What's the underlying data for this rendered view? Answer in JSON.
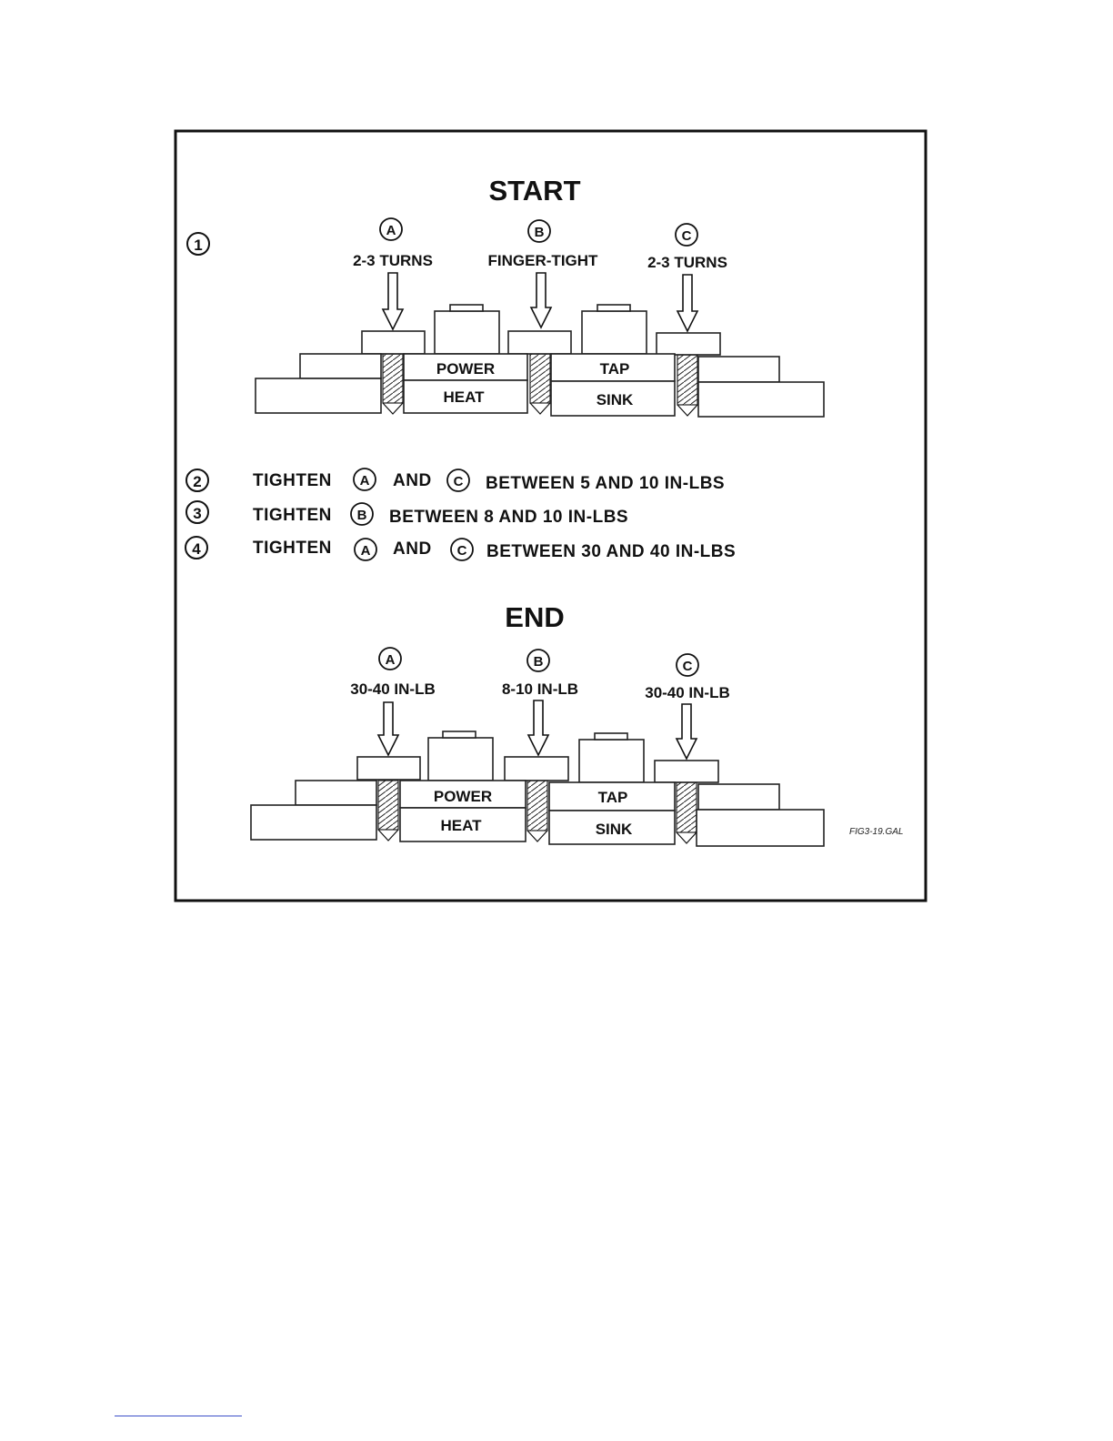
{
  "figure_id": "FIG3-19.GAL",
  "start": {
    "title": "START",
    "step_number": "1",
    "screws": [
      {
        "letter": "A",
        "label": "2-3 TURNS"
      },
      {
        "letter": "B",
        "label": "FINGER-TIGHT"
      },
      {
        "letter": "C",
        "label": "2-3 TURNS"
      }
    ]
  },
  "blocks": {
    "power": "POWER",
    "heat": "HEAT",
    "tap": "TAP",
    "sink": "SINK"
  },
  "steps": [
    {
      "number": "2",
      "parts": [
        {
          "type": "text",
          "value": "TIGHTEN"
        },
        {
          "type": "circle",
          "value": "A"
        },
        {
          "type": "text",
          "value": "AND"
        },
        {
          "type": "circle",
          "value": "C"
        },
        {
          "type": "text",
          "value": "BETWEEN 5 AND 10 IN-LBS"
        }
      ]
    },
    {
      "number": "3",
      "parts": [
        {
          "type": "text",
          "value": "TIGHTEN"
        },
        {
          "type": "circle",
          "value": "B"
        },
        {
          "type": "text",
          "value": "BETWEEN 8 AND 10 IN-LBS"
        }
      ]
    },
    {
      "number": "4",
      "parts": [
        {
          "type": "text",
          "value": "TIGHTEN"
        },
        {
          "type": "circle",
          "value": "A"
        },
        {
          "type": "text",
          "value": "AND"
        },
        {
          "type": "circle",
          "value": "C"
        },
        {
          "type": "text",
          "value": "BETWEEN 30 AND 40 IN-LBS"
        }
      ]
    }
  ],
  "end": {
    "title": "END",
    "screws": [
      {
        "letter": "A",
        "label": "30-40 IN-LB"
      },
      {
        "letter": "B",
        "label": "8-10 IN-LB"
      },
      {
        "letter": "C",
        "label": "30-40 IN-LB"
      }
    ]
  }
}
